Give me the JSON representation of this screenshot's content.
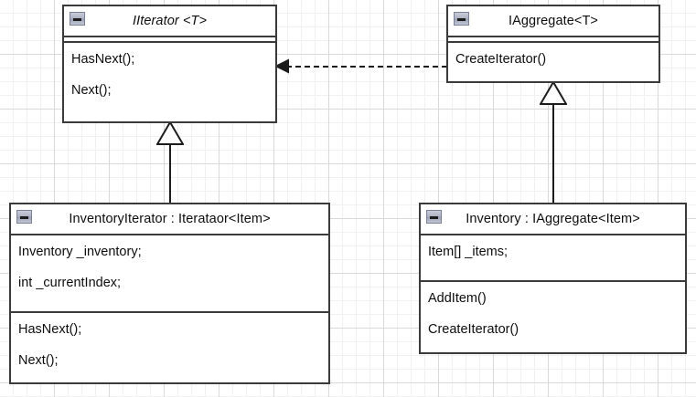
{
  "diagram": {
    "title": "Iterator Pattern UML Class Diagram",
    "type": "uml-class-diagram",
    "background": "#ffffff",
    "grid_color": "#d9d9d9",
    "line_color": "#1c1c1c",
    "box_border_color": "#3a3a3a"
  },
  "classes": [
    {
      "id": "iiterator",
      "name": "IIterator <T>",
      "stereotype": "interface",
      "italic": true,
      "collapse_icon": "minus-icon",
      "attributes": [],
      "methods": [
        "HasNext();",
        "Next();"
      ]
    },
    {
      "id": "iaggregate",
      "name": "IAggregate<T>",
      "stereotype": "interface",
      "italic": false,
      "collapse_icon": "minus-icon",
      "attributes": [],
      "methods": [
        "CreateIterator()"
      ]
    },
    {
      "id": "inventoryiterator",
      "name": "InventoryIterator : Iterataor<Item>",
      "stereotype": "class",
      "italic": false,
      "collapse_icon": "minus-icon",
      "attributes": [
        "Inventory _inventory;",
        "int _currentIndex;"
      ],
      "methods": [
        "HasNext();",
        "Next();"
      ]
    },
    {
      "id": "inventory",
      "name": "Inventory : IAggregate<Item>",
      "stereotype": "class",
      "italic": false,
      "collapse_icon": "minus-icon",
      "attributes": [
        "Item[] _items;"
      ],
      "methods": [
        "AddItem()",
        "CreateIterator()"
      ]
    }
  ],
  "relationships": [
    {
      "id": "rel-inventoryiterator-iiterator",
      "type": "realization",
      "style": "solid-line-hollow-triangle",
      "from": "InventoryIterator",
      "to": "IIterator <T>",
      "label": ""
    },
    {
      "id": "rel-inventory-iaggregate",
      "type": "realization",
      "style": "solid-line-hollow-triangle",
      "from": "Inventory",
      "to": "IAggregate<T>",
      "label": ""
    },
    {
      "id": "rel-iaggregate-iiterator",
      "type": "dependency",
      "style": "dashed-line-filled-arrow",
      "from": "IAggregate<T>",
      "to": "IIterator <T>",
      "label": ""
    }
  ]
}
